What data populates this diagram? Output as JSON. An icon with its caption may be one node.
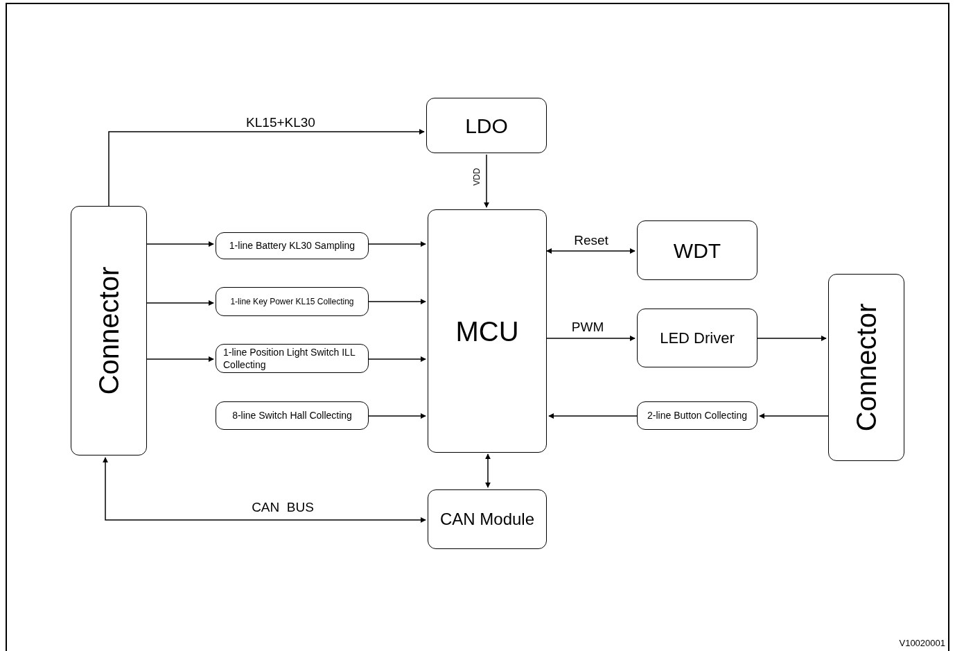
{
  "diagram": {
    "nodes": [
      {
        "text": [
          "Connector"
        ]
      },
      {
        "text": [
          "LDO"
        ]
      },
      {
        "text": [
          "MCU"
        ]
      },
      {
        "text": [
          "1-line Battery KL30 Sampling"
        ]
      },
      {
        "text": [
          "1-line Key Power KL15 Collecting"
        ]
      },
      {
        "text": [
          "1-line Position Light Switch ILL Collecting"
        ]
      },
      {
        "text": [
          "8-line Switch Hall Collecting"
        ]
      },
      {
        "text": [
          "WDT"
        ]
      },
      {
        "text": [
          "LED Driver"
        ]
      },
      {
        "text": [
          "2-line Button Collecting"
        ]
      },
      {
        "text": [
          "Connector"
        ]
      },
      {
        "text": [
          "CAN Module"
        ]
      }
    ],
    "edges": [
      {
        "from": 0,
        "to": 1,
        "arrow": "to",
        "label": "KL15+KL30"
      },
      {
        "from": 1,
        "to": 2,
        "arrow": "to",
        "label": "VDD"
      },
      {
        "from": 0,
        "to": 3,
        "arrow": "to"
      },
      {
        "from": 3,
        "to": 2,
        "arrow": "to"
      },
      {
        "from": 0,
        "to": 4,
        "arrow": "to"
      },
      {
        "from": 4,
        "to": 2,
        "arrow": "to"
      },
      {
        "from": 0,
        "to": 5,
        "arrow": "to"
      },
      {
        "from": 5,
        "to": 2,
        "arrow": "to"
      },
      {
        "from": 6,
        "to": 2,
        "arrow": "to"
      },
      {
        "from": 2,
        "to": 7,
        "arrow": "both",
        "label": "Reset"
      },
      {
        "from": 2,
        "to": 8,
        "arrow": "to",
        "label": "PWM"
      },
      {
        "from": 8,
        "to": 10,
        "arrow": "to"
      },
      {
        "from": 10,
        "to": 9,
        "arrow": "to"
      },
      {
        "from": 9,
        "to": 2,
        "arrow": "to"
      },
      {
        "from": 2,
        "to": 11,
        "arrow": "both"
      },
      {
        "from": 0,
        "to": 11,
        "arrow": "both",
        "label": "CAN  BUS"
      }
    ],
    "labels": [
      "V10020001"
    ]
  }
}
